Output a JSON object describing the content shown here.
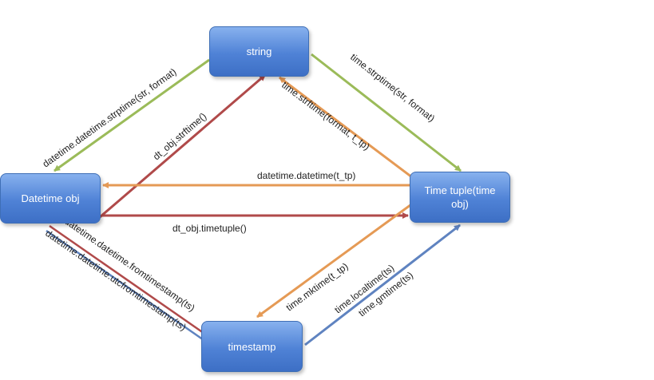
{
  "nodes": {
    "string": "string",
    "datetime_obj": "Datetime obj",
    "time_tuple": "Time tuple(time obj)",
    "timestamp": "timestamp"
  },
  "edges": {
    "strptime_dt": "datetime.datetime.strptime(str, format)",
    "strftime_dt": "dt_obj.strftime()",
    "strftime_time": "time.strftime(format, t_tp)",
    "strptime_time": "time.strptime(str, format)",
    "datetime_from_tuple": "datetime.datetime(t_tp)",
    "timetuple": "dt_obj.timetuple()",
    "fromtimestamp": "datetime.datetime.fromtimestamp(ts)",
    "utcfromtimestamp": "datetime.datetime.utcfromtimestamp(ts)",
    "mktime": "time.mktime(t_tp)",
    "localtime": "time.localtime(ts)",
    "gmtime": "time.gmtime(ts)"
  },
  "colors": {
    "green": "#9bbb59",
    "red": "#b04a4a",
    "orange": "#e59a55",
    "blue": "#5f83c0",
    "node": "#4f82d6"
  }
}
